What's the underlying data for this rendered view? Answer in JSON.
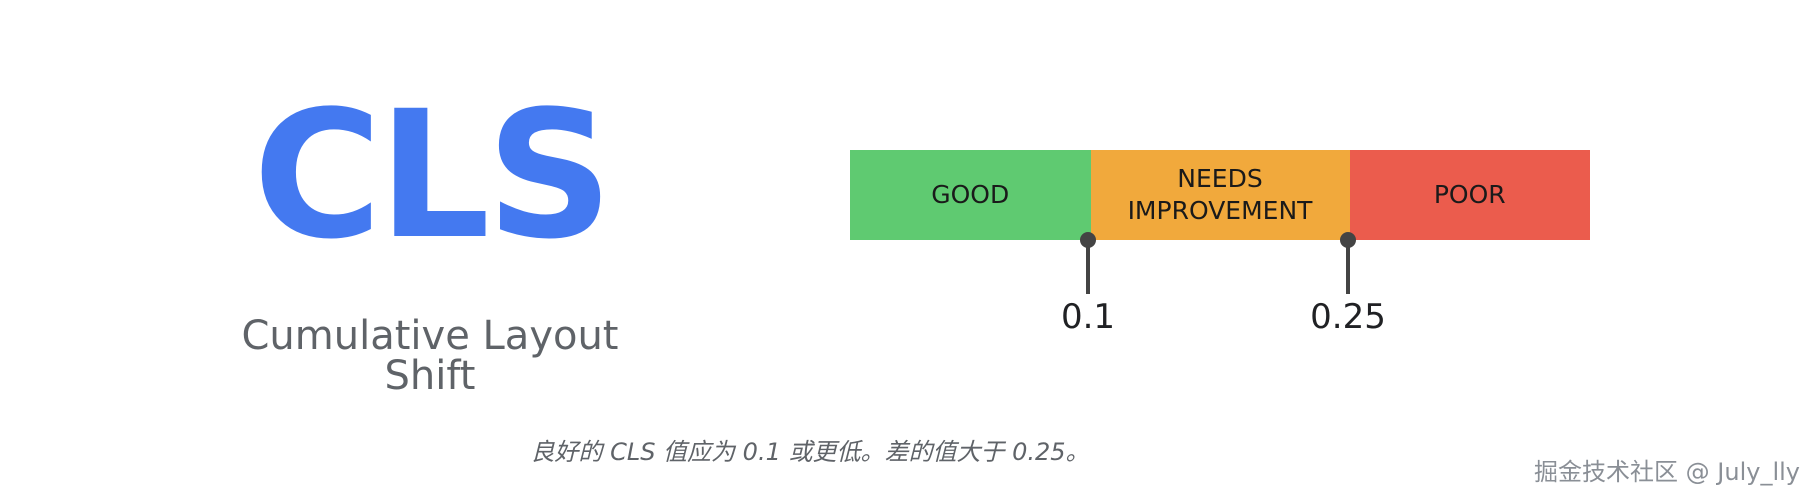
{
  "metric": {
    "acronym": "CLS",
    "full_name": "Cumulative Layout Shift",
    "accent_color": "#4479f0"
  },
  "threshold_bar": {
    "segments": [
      {
        "label": "GOOD",
        "color": "#5fca71",
        "share": 0.325
      },
      {
        "label": "NEEDS\nIMPROVEMENT",
        "color": "#f1a93c",
        "share": 0.35
      },
      {
        "label": "POOR",
        "color": "#eb5c4d",
        "share": 0.325
      }
    ],
    "markers": [
      {
        "value": "0.1"
      },
      {
        "value": "0.25"
      }
    ]
  },
  "caption": "良好的 CLS 值应为 0.1 或更低。差的值大于 0.25。",
  "watermark": "掘金技术社区 @ July_lly"
}
